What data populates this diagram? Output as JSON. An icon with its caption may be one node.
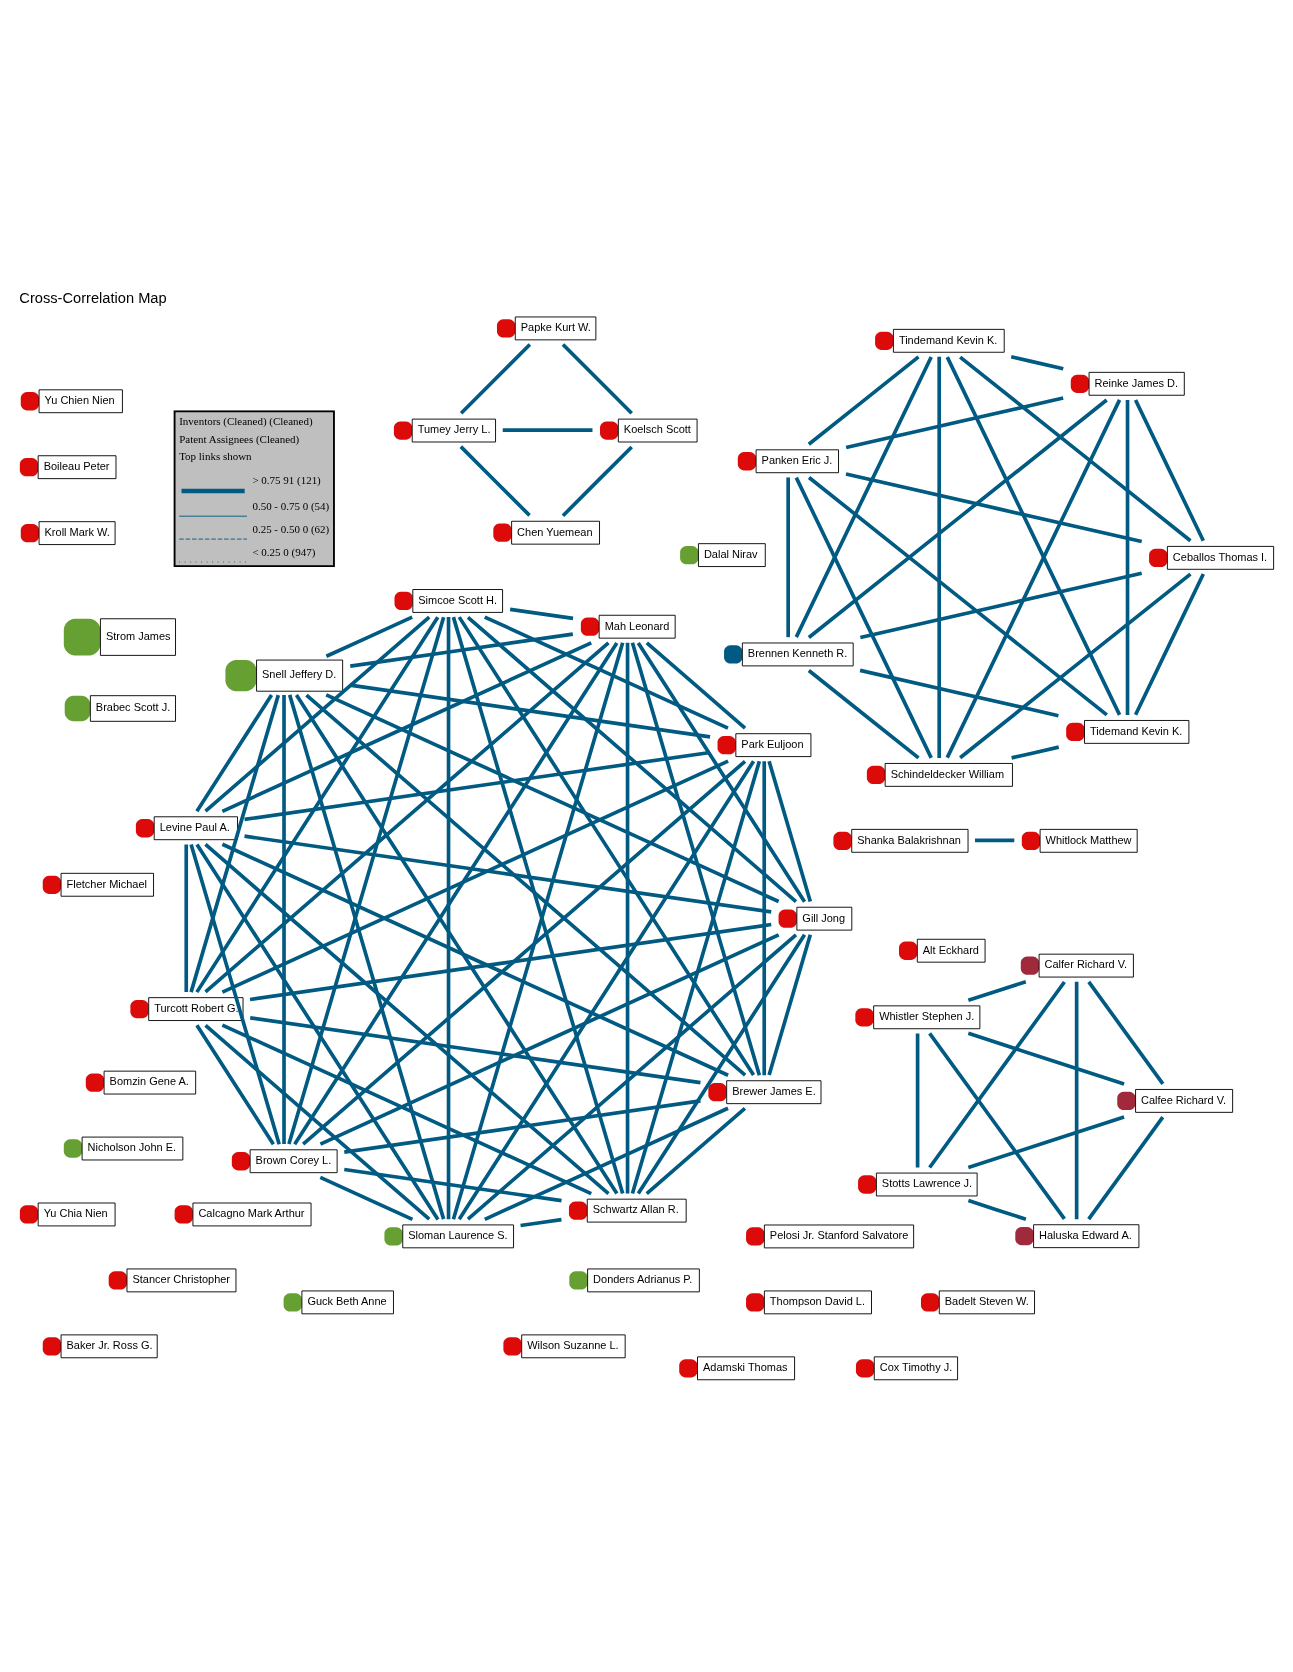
{
  "diagram": {
    "title": "Cross-Correlation Map",
    "nodes": [
      {
        "text": [
          "Calcagno Mark Arthur"
        ]
      },
      {
        "text": [
          "Badelt Steven W."
        ]
      },
      {
        "text": [
          "Dalal Nirav"
        ]
      },
      {
        "text": [
          "Bomzin Gene A."
        ]
      },
      {
        "text": [
          "Chen Yuemean"
        ]
      },
      {
        "text": [
          "Cox Timothy J."
        ]
      },
      {
        "text": [
          "Brewer James E."
        ]
      },
      {
        "text": [
          "Tumey Jerry L."
        ]
      },
      {
        "text": [
          "Gill Jong"
        ]
      },
      {
        "text": [
          "Sloman Laurence S."
        ]
      },
      {
        "text": [
          "Brown Corey L."
        ]
      },
      {
        "text": [
          "Koelsch Scott"
        ]
      },
      {
        "text": [
          "Yu Chien Nien"
        ]
      },
      {
        "text": [
          "Papke Kurt W."
        ]
      },
      {
        "text": [
          "Boileau Peter"
        ]
      },
      {
        "text": [
          "Turcott Robert G."
        ]
      },
      {
        "text": [
          "Levine Paul A."
        ]
      },
      {
        "text": [
          "Snell Jeffery D."
        ]
      },
      {
        "text": [
          "Shanka Balakrishnan"
        ]
      },
      {
        "text": [
          "Simcoe Scott H."
        ]
      },
      {
        "text": [
          "Mah Leonard"
        ]
      },
      {
        "text": [
          "Park Euljoon"
        ]
      },
      {
        "text": [
          "Whitlock Matthew"
        ]
      },
      {
        "text": [
          "Schwartz Allan R."
        ]
      },
      {
        "text": [
          "Kroll Mark W."
        ]
      },
      {
        "text": [
          "Tidemand Kevin K."
        ]
      },
      {
        "text": [
          "Ceballos Thomas I."
        ]
      },
      {
        "text": [
          "Brennen Kenneth R."
        ]
      },
      {
        "text": [
          "Guck Beth Anne"
        ]
      },
      {
        "text": [
          "Pelosi Jr. Stanford Salvatore"
        ]
      },
      {
        "text": [
          "Panken Eric J."
        ]
      },
      {
        "text": [
          "Donders Adrianus P."
        ]
      },
      {
        "text": [
          "Tindemand Kevin K."
        ]
      },
      {
        "text": [
          "Reinke James D."
        ]
      },
      {
        "text": [
          "Strom James"
        ]
      },
      {
        "text": [
          "Brabec Scott J."
        ]
      },
      {
        "text": [
          "Schindeldecker William"
        ]
      },
      {
        "text": [
          "Stancer Christopher"
        ]
      },
      {
        "text": [
          "Nicholson John E."
        ]
      },
      {
        "text": [
          "Thompson David L."
        ]
      },
      {
        "text": [
          "Wilson Suzanne L."
        ]
      },
      {
        "text": [
          "Fletcher Michael"
        ]
      },
      {
        "text": [
          "Yu Chia Nien"
        ]
      },
      {
        "text": [
          "Baker Jr. Ross G."
        ]
      },
      {
        "text": [
          "Adamski Thomas"
        ]
      },
      {
        "text": [
          "Haluska Edward A."
        ]
      },
      {
        "text": [
          "Alt Eckhard"
        ]
      },
      {
        "text": [
          "Calfee Richard V."
        ]
      },
      {
        "text": [
          "Whistler Stephen J."
        ]
      },
      {
        "text": [
          "Calfer Richard V."
        ]
      },
      {
        "text": [
          "Stotts Lawrence J."
        ]
      }
    ],
    "edges": [
      {
        "from": 6,
        "to": 8,
        "arrow": "none"
      },
      {
        "from": 6,
        "to": 9,
        "arrow": "none"
      },
      {
        "from": 6,
        "to": 10,
        "arrow": "none"
      },
      {
        "from": 6,
        "to": 15,
        "arrow": "none"
      },
      {
        "from": 6,
        "to": 16,
        "arrow": "none"
      },
      {
        "from": 6,
        "to": 17,
        "arrow": "none"
      },
      {
        "from": 6,
        "to": 19,
        "arrow": "none"
      },
      {
        "from": 6,
        "to": 20,
        "arrow": "none"
      },
      {
        "from": 6,
        "to": 21,
        "arrow": "none"
      },
      {
        "from": 6,
        "to": 23,
        "arrow": "none"
      },
      {
        "from": 8,
        "to": 9,
        "arrow": "none"
      },
      {
        "from": 8,
        "to": 10,
        "arrow": "none"
      },
      {
        "from": 8,
        "to": 15,
        "arrow": "none"
      },
      {
        "from": 8,
        "to": 16,
        "arrow": "none"
      },
      {
        "from": 8,
        "to": 17,
        "arrow": "none"
      },
      {
        "from": 8,
        "to": 19,
        "arrow": "none"
      },
      {
        "from": 8,
        "to": 20,
        "arrow": "none"
      },
      {
        "from": 8,
        "to": 21,
        "arrow": "none"
      },
      {
        "from": 8,
        "to": 23,
        "arrow": "none"
      },
      {
        "from": 9,
        "to": 10,
        "arrow": "none"
      },
      {
        "from": 9,
        "to": 15,
        "arrow": "none"
      },
      {
        "from": 9,
        "to": 16,
        "arrow": "none"
      },
      {
        "from": 9,
        "to": 17,
        "arrow": "none"
      },
      {
        "from": 9,
        "to": 19,
        "arrow": "none"
      },
      {
        "from": 9,
        "to": 20,
        "arrow": "none"
      },
      {
        "from": 9,
        "to": 21,
        "arrow": "none"
      },
      {
        "from": 9,
        "to": 23,
        "arrow": "none"
      },
      {
        "from": 10,
        "to": 15,
        "arrow": "none"
      },
      {
        "from": 10,
        "to": 16,
        "arrow": "none"
      },
      {
        "from": 10,
        "to": 17,
        "arrow": "none"
      },
      {
        "from": 10,
        "to": 19,
        "arrow": "none"
      },
      {
        "from": 10,
        "to": 20,
        "arrow": "none"
      },
      {
        "from": 10,
        "to": 21,
        "arrow": "none"
      },
      {
        "from": 10,
        "to": 23,
        "arrow": "none"
      },
      {
        "from": 15,
        "to": 16,
        "arrow": "none"
      },
      {
        "from": 15,
        "to": 17,
        "arrow": "none"
      },
      {
        "from": 15,
        "to": 19,
        "arrow": "none"
      },
      {
        "from": 15,
        "to": 20,
        "arrow": "none"
      },
      {
        "from": 15,
        "to": 21,
        "arrow": "none"
      },
      {
        "from": 15,
        "to": 23,
        "arrow": "none"
      },
      {
        "from": 16,
        "to": 17,
        "arrow": "none"
      },
      {
        "from": 16,
        "to": 19,
        "arrow": "none"
      },
      {
        "from": 16,
        "to": 20,
        "arrow": "none"
      },
      {
        "from": 16,
        "to": 21,
        "arrow": "none"
      },
      {
        "from": 16,
        "to": 23,
        "arrow": "none"
      },
      {
        "from": 17,
        "to": 19,
        "arrow": "none"
      },
      {
        "from": 17,
        "to": 20,
        "arrow": "none"
      },
      {
        "from": 17,
        "to": 21,
        "arrow": "none"
      },
      {
        "from": 17,
        "to": 23,
        "arrow": "none"
      },
      {
        "from": 19,
        "to": 20,
        "arrow": "none"
      },
      {
        "from": 19,
        "to": 21,
        "arrow": "none"
      },
      {
        "from": 19,
        "to": 23,
        "arrow": "none"
      },
      {
        "from": 20,
        "to": 21,
        "arrow": "none"
      },
      {
        "from": 20,
        "to": 23,
        "arrow": "none"
      },
      {
        "from": 21,
        "to": 23,
        "arrow": "none"
      },
      {
        "from": 4,
        "to": 7,
        "arrow": "none"
      },
      {
        "from": 7,
        "to": 13,
        "arrow": "none"
      },
      {
        "from": 11,
        "to": 4,
        "arrow": "none"
      },
      {
        "from": 11,
        "to": 7,
        "arrow": "none"
      },
      {
        "from": 11,
        "to": 13,
        "arrow": "none"
      },
      {
        "from": 18,
        "to": 22,
        "arrow": "none"
      },
      {
        "from": 25,
        "to": 26,
        "arrow": "none"
      },
      {
        "from": 25,
        "to": 27,
        "arrow": "none"
      },
      {
        "from": 25,
        "to": 30,
        "arrow": "none"
      },
      {
        "from": 25,
        "to": 32,
        "arrow": "none"
      },
      {
        "from": 25,
        "to": 33,
        "arrow": "none"
      },
      {
        "from": 25,
        "to": 36,
        "arrow": "none"
      },
      {
        "from": 26,
        "to": 27,
        "arrow": "none"
      },
      {
        "from": 26,
        "to": 30,
        "arrow": "none"
      },
      {
        "from": 26,
        "to": 32,
        "arrow": "none"
      },
      {
        "from": 26,
        "to": 33,
        "arrow": "none"
      },
      {
        "from": 26,
        "to": 36,
        "arrow": "none"
      },
      {
        "from": 27,
        "to": 30,
        "arrow": "none"
      },
      {
        "from": 27,
        "to": 32,
        "arrow": "none"
      },
      {
        "from": 27,
        "to": 33,
        "arrow": "none"
      },
      {
        "from": 27,
        "to": 36,
        "arrow": "none"
      },
      {
        "from": 30,
        "to": 32,
        "arrow": "none"
      },
      {
        "from": 30,
        "to": 33,
        "arrow": "none"
      },
      {
        "from": 30,
        "to": 36,
        "arrow": "none"
      },
      {
        "from": 32,
        "to": 33,
        "arrow": "none"
      },
      {
        "from": 32,
        "to": 36,
        "arrow": "none"
      },
      {
        "from": 33,
        "to": 36,
        "arrow": "none"
      },
      {
        "from": 45,
        "to": 47,
        "arrow": "none"
      },
      {
        "from": 45,
        "to": 48,
        "arrow": "none"
      },
      {
        "from": 45,
        "to": 49,
        "arrow": "none"
      },
      {
        "from": 45,
        "to": 50,
        "arrow": "none"
      },
      {
        "from": 47,
        "to": 48,
        "arrow": "none"
      },
      {
        "from": 47,
        "to": 49,
        "arrow": "none"
      },
      {
        "from": 47,
        "to": 50,
        "arrow": "none"
      },
      {
        "from": 48,
        "to": 49,
        "arrow": "none"
      },
      {
        "from": 48,
        "to": 50,
        "arrow": "none"
      },
      {
        "from": 49,
        "to": 50,
        "arrow": "none"
      }
    ],
    "labels": [
      "Inventors (Cleaned) (Cleaned)",
      "Patent Assignees (Cleaned)",
      "Top links shown"
    ],
    "legend": [
      {
        "text": "> 0.75 91 (121)"
      },
      {
        "text": "0.50 - 0.75 0 (54)"
      },
      {
        "text": "0.25 - 0.50 0 (62)"
      },
      {
        "text": "< 0.25 0 (947)"
      }
    ]
  }
}
